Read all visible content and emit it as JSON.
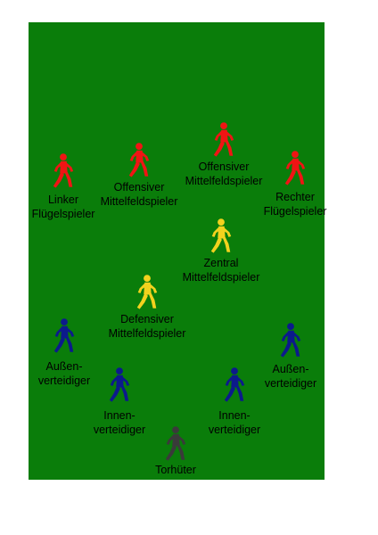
{
  "colors": {
    "pitch": "#0a7d0a",
    "attack": "#f01414",
    "midfield": "#f2d21e",
    "defense": "#0c1a8c",
    "goalkeeper": "#3a3a3a"
  },
  "positions": {
    "left_winger": {
      "line1": "Linker",
      "line2": "Flügelspieler",
      "color": "attack",
      "icon": "player-running-icon"
    },
    "off_mid_left": {
      "line1": "Offensiver",
      "line2": "Mittelfeldspieler",
      "color": "attack",
      "icon": "player-running-icon"
    },
    "off_mid_top": {
      "line1": "Offensiver",
      "line2": "Mittelfeldspieler",
      "color": "attack",
      "icon": "player-running-icon"
    },
    "right_winger": {
      "line1": "Rechter",
      "line2": "Flügelspieler",
      "color": "attack",
      "icon": "player-running-icon"
    },
    "central_mid": {
      "line1": "Zentral",
      "line2": "Mittelfeldspieler",
      "color": "midfield",
      "icon": "player-running-icon"
    },
    "def_mid": {
      "line1": "Defensiver",
      "line2": "Mittelfeldspieler",
      "color": "midfield",
      "icon": "player-running-icon"
    },
    "left_back": {
      "line1": "Außen-",
      "line2": "verteidiger",
      "color": "defense",
      "icon": "player-running-icon"
    },
    "right_back": {
      "line1": "Außen-",
      "line2": "verteidiger",
      "color": "defense",
      "icon": "player-running-icon"
    },
    "left_cb": {
      "line1": "Innen-",
      "line2": "verteidiger",
      "color": "defense",
      "icon": "player-running-icon"
    },
    "right_cb": {
      "line1": "Innen-",
      "line2": "verteidiger",
      "color": "defense",
      "icon": "player-running-icon"
    },
    "goalkeeper": {
      "line1": "Torhüter",
      "line2": "",
      "color": "goalkeeper",
      "icon": "player-running-icon"
    }
  }
}
